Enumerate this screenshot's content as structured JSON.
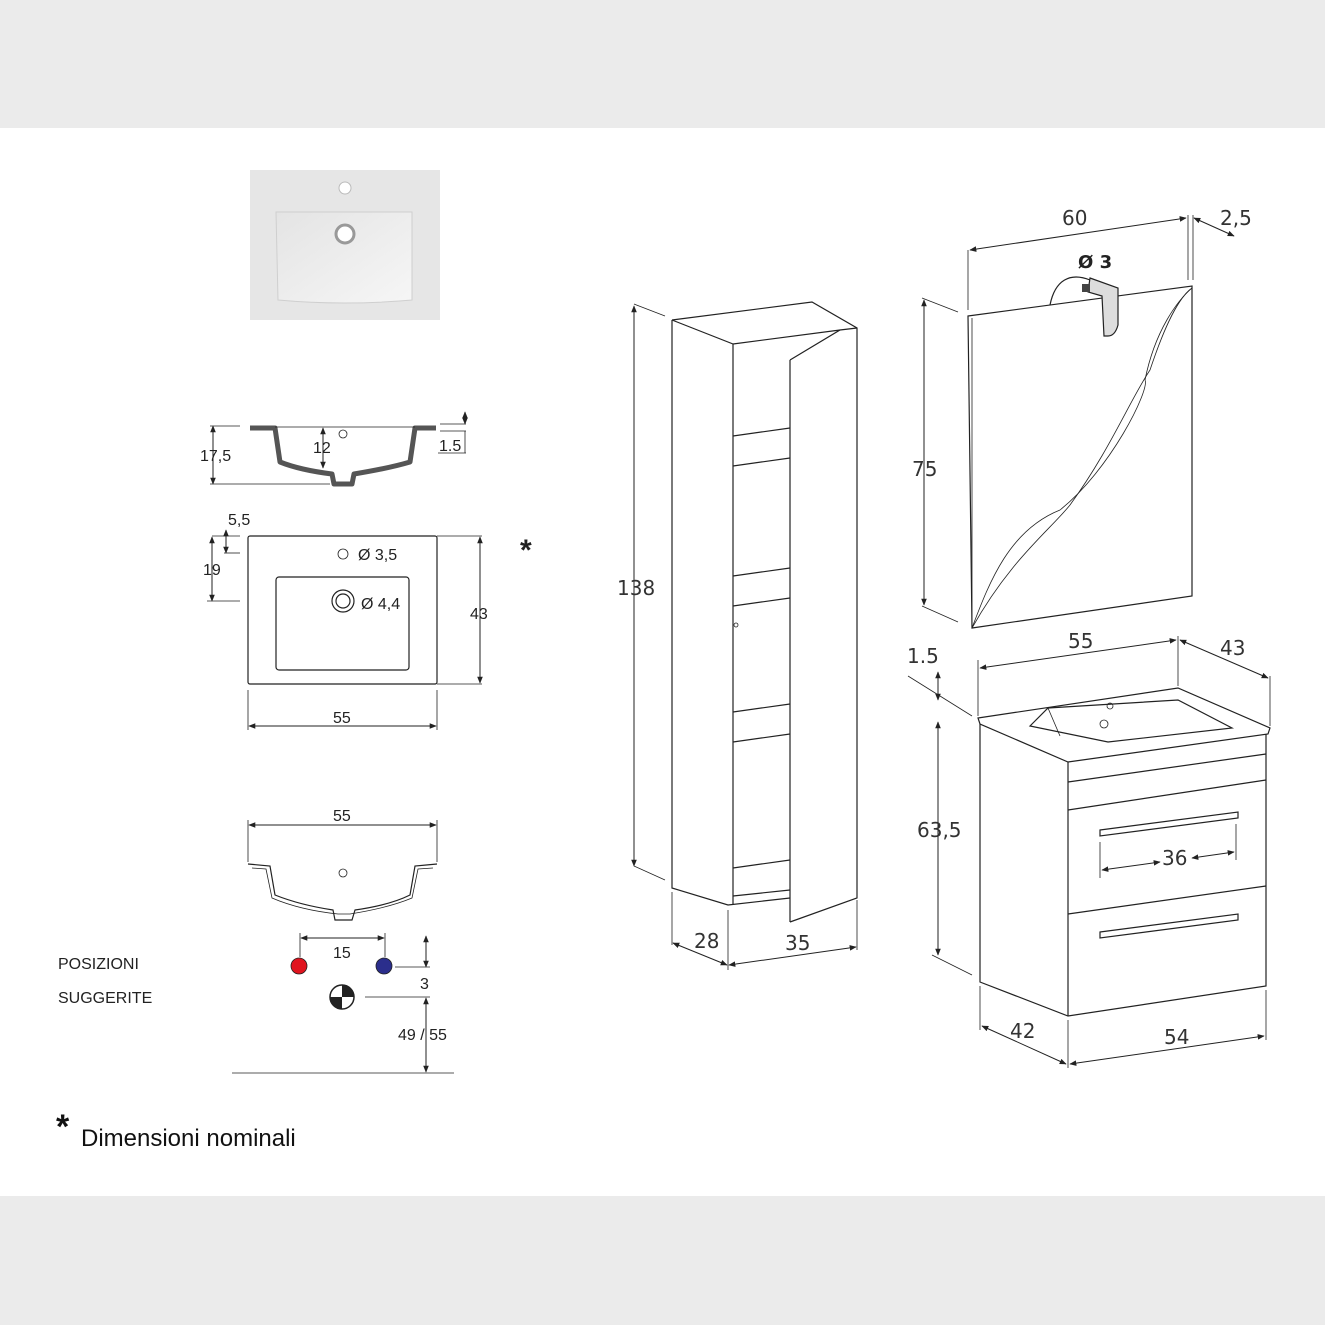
{
  "photo": {
    "name": "washbasin-photo"
  },
  "basin_section": {
    "height": "17,5",
    "depth": "12",
    "rim": "1.5"
  },
  "basin_top": {
    "hole_offset": "5,5",
    "drain_offset": "19",
    "tap_hole": "Ø 3,5",
    "drain_hole": "Ø 4,4",
    "depth": "43",
    "width": "55",
    "asterisk": "*"
  },
  "basin_front": {
    "width": "55"
  },
  "positions": {
    "title_line1": "POSIZIONI",
    "title_line2": "SUGGERITE",
    "spacing": "15",
    "offset": "3",
    "height": "49 / 55",
    "hot_color": "#e0141e",
    "cold_color": "#2b2e8c"
  },
  "column": {
    "height": "138",
    "depth": "28",
    "width": "35"
  },
  "mirror": {
    "width": "60",
    "depth": "2,5",
    "lamp": "Ø 3",
    "height": "75"
  },
  "vanity": {
    "top_thickness": "1.5",
    "top_width": "55",
    "top_depth": "43",
    "height": "63,5",
    "handle_width": "36",
    "depth": "42",
    "width": "54"
  },
  "footnote": {
    "asterisk": "*",
    "text": "Dimensioni nominali"
  }
}
